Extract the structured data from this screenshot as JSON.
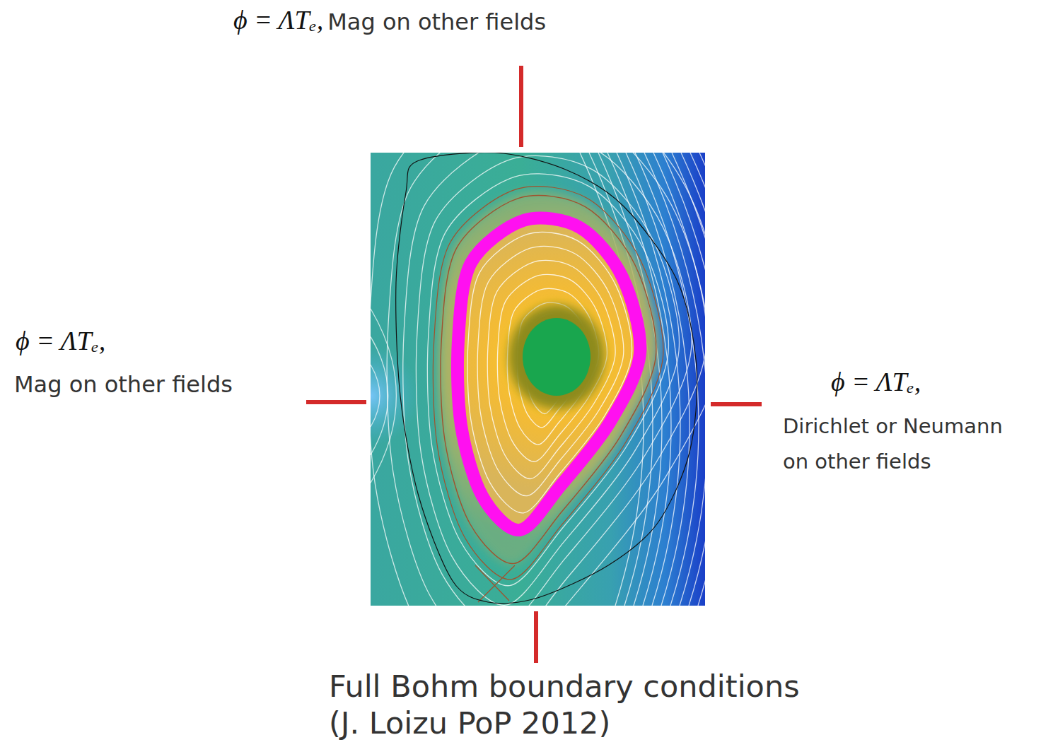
{
  "diagram": {
    "labels": [
      "ϕ = ΛTₑ,",
      "Mag on other fields",
      "ϕ = ΛTₑ,",
      "Mag on other fields",
      "ϕ = ΛTₑ,",
      "Dirichlet or Neumann",
      "on other fields",
      "Full Bohm boundary conditions",
      "(J. Loizu PoP 2012)"
    ]
  }
}
